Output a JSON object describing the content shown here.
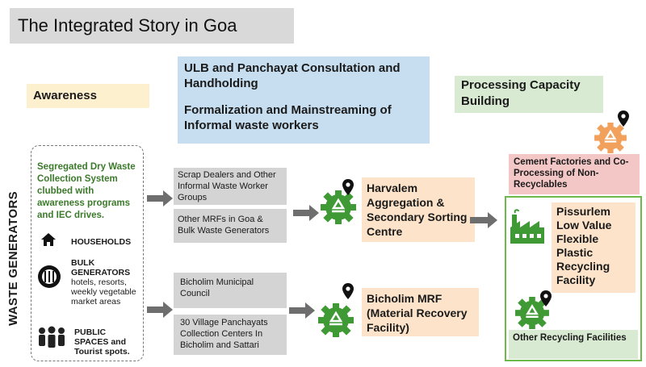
{
  "title": "The Integrated Story in Goa",
  "awareness": "Awareness",
  "consultation": {
    "line1": "ULB and Panchayat Consultation and Handholding",
    "line2": "Formalization and Mainstreaming of Informal waste workers"
  },
  "processing": "Processing Capacity Building",
  "waste_generators": "WASTE GENERATORS",
  "generators": {
    "description": "Segregated Dry Waste Collection System clubbed with awareness programs and IEC drives.",
    "households": "HOUSEHOLDS",
    "bulk_title": "BULK GENERATORS",
    "bulk_detail": "hotels, resorts, weekly vegetable market areas",
    "public_title": "PUBLIC SPACES and Tourist spots."
  },
  "sources": {
    "scrap_dealers": "Scrap Dealers and Other Informal Waste Worker Groups",
    "other_mrfs": "Other MRFs in Goa & Bulk Waste Generators",
    "bicholim_council": "Bicholim Municipal Council",
    "village_panchayats": "30 Village Panchayats Collection Centers In Bicholim and Sattari"
  },
  "centres": {
    "harvalem": "Harvalem Aggregation & Secondary Sorting Centre",
    "bicholim_mrf": "Bicholim MRF (Material Recovery Facility)"
  },
  "destinations": {
    "cement": "Cement Factories and Co-Processing of Non-Recyclables",
    "pissurlem": "Pissurlem Low Value Flexible Plastic Recycling Facility",
    "other_recycling": "Other Recycling Facilities"
  },
  "colors": {
    "recycle_green": "#3f9a35",
    "recycle_orange": "#f2a15c",
    "arrow_gray": "#6e6e6e",
    "pin_black": "#111111"
  }
}
